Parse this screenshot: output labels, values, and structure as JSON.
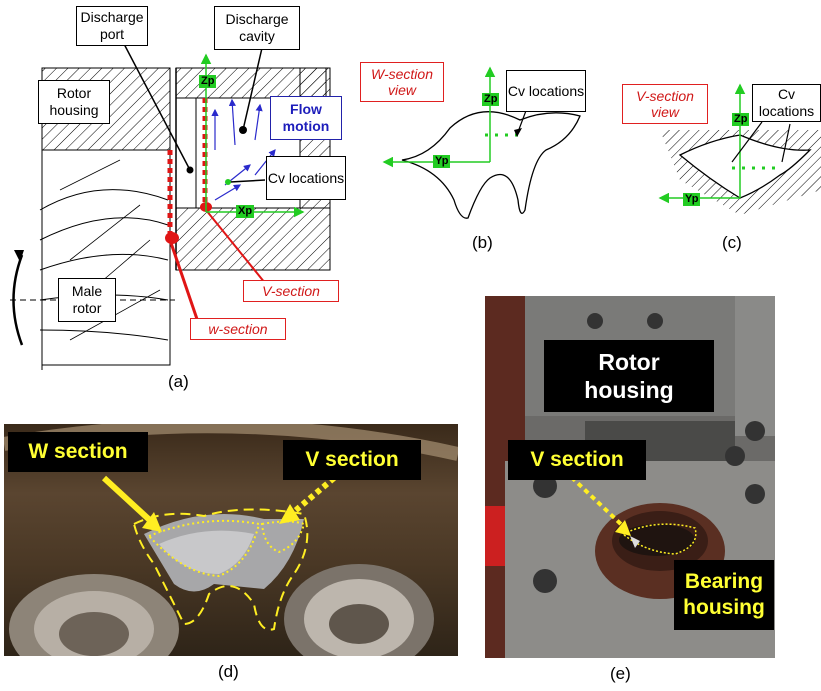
{
  "panel_a": {
    "discharge_port": "Discharge port",
    "discharge_cavity": "Discharge cavity",
    "rotor_housing": "Rotor housing",
    "flow_motion": "Flow motion",
    "cv_locations": "Cv locations",
    "male_rotor": "Male rotor",
    "v_section": "V-section",
    "w_section": "w-section",
    "axis_zp": "Zp",
    "axis_xp": "Xp",
    "caption": "(a)"
  },
  "panel_b": {
    "view_label": "W-section view",
    "cv_locations": "Cv locations",
    "axis_zp": "Zp",
    "axis_yp": "Yp",
    "caption": "(b)"
  },
  "panel_c": {
    "view_label": "V-section view",
    "cv_locations": "Cv locations",
    "axis_zp": "Zp",
    "axis_yp": "Yp",
    "caption": "(c)"
  },
  "panel_d": {
    "w_section": "W section",
    "v_section": "V section",
    "caption": "(d)"
  },
  "panel_e": {
    "rotor_housing": "Rotor housing",
    "v_section": "V section",
    "bearing_housing": "Bearing housing",
    "caption": "(e)"
  },
  "colors": {
    "section_red": "#e01515",
    "axis_green": "#22cc22",
    "flow_blue": "#1d1dbb",
    "photo_label_yellow": "#ffff33"
  }
}
